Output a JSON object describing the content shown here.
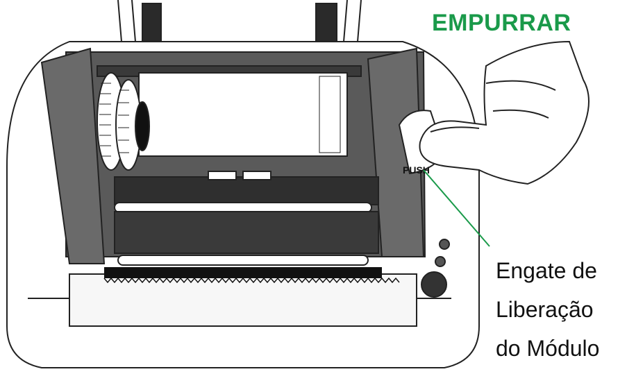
{
  "labels": {
    "push_action": "EMPURRAR",
    "button_text": "PUSH",
    "callout_lines": [
      "Engate de",
      "Liberação",
      "do Módulo"
    ]
  },
  "colors": {
    "accent": "#1a9a4a",
    "outline": "#222222",
    "frame": "#5a5a5a",
    "frame_dark": "#3a3a3a",
    "body": "#ffffff"
  }
}
